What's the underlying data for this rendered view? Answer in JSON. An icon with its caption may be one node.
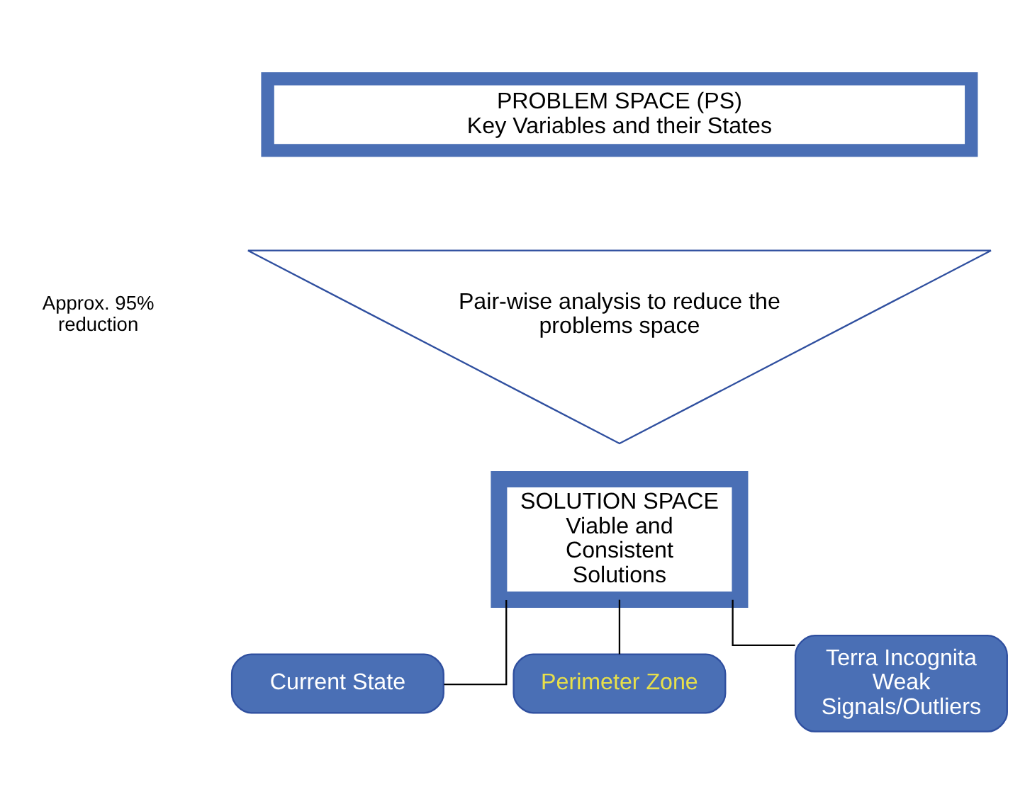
{
  "diagram": {
    "nodes": [
      {
        "text": [
          "PROBLEM SPACE (PS)",
          "Key Variables and their States"
        ]
      },
      {
        "text": [
          "Pair-wise analysis to reduce the problems space"
        ]
      },
      {
        "text": [
          "SOLUTION SPACE",
          "Viable and Consistent Solutions"
        ]
      },
      {
        "text": [
          "Current State"
        ]
      },
      {
        "text": [
          "Perimeter Zone"
        ]
      },
      {
        "text": [
          "Terra Incognita Weak Signals/Outliers"
        ]
      }
    ],
    "edges": [
      {
        "from": 2,
        "to": 3,
        "arrow": "none"
      },
      {
        "from": 2,
        "to": 4,
        "arrow": "none"
      },
      {
        "from": 2,
        "to": 5,
        "arrow": "none"
      }
    ],
    "labels": [
      "Approx. 95% reduction"
    ]
  }
}
